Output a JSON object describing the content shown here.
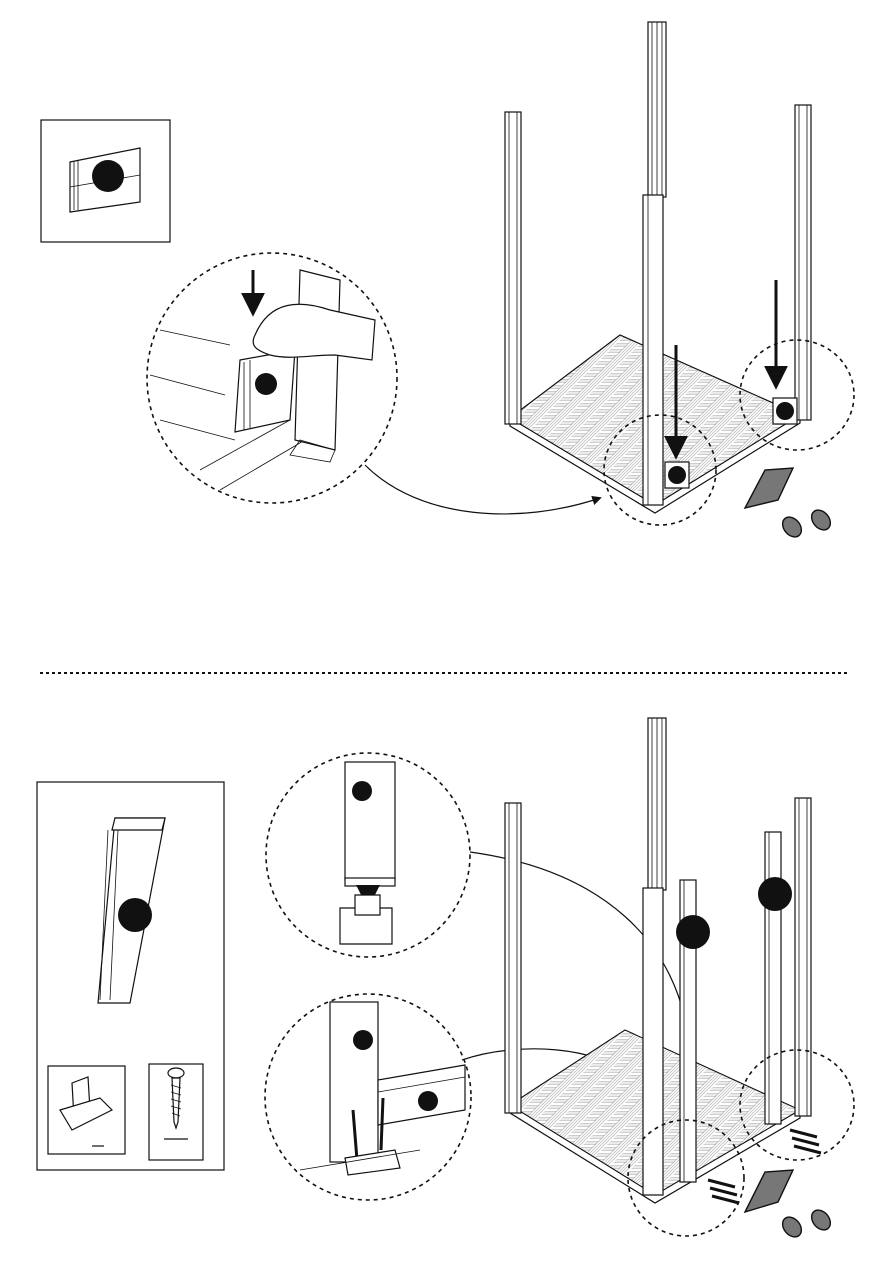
{
  "steps": [
    {
      "part_marker": "black-dot",
      "view": "insert-floor-panel-bracket"
    },
    {
      "part_marker": "black-dot",
      "view": "attach-wall-panels-with-brackets-and-screws"
    }
  ],
  "icons": {
    "pointer": "pointer-arrow-icon",
    "footprints": "footprints-icon"
  },
  "colors": {
    "ink": "#111111",
    "marker": "#111111",
    "pointer_fill": "#888888"
  }
}
